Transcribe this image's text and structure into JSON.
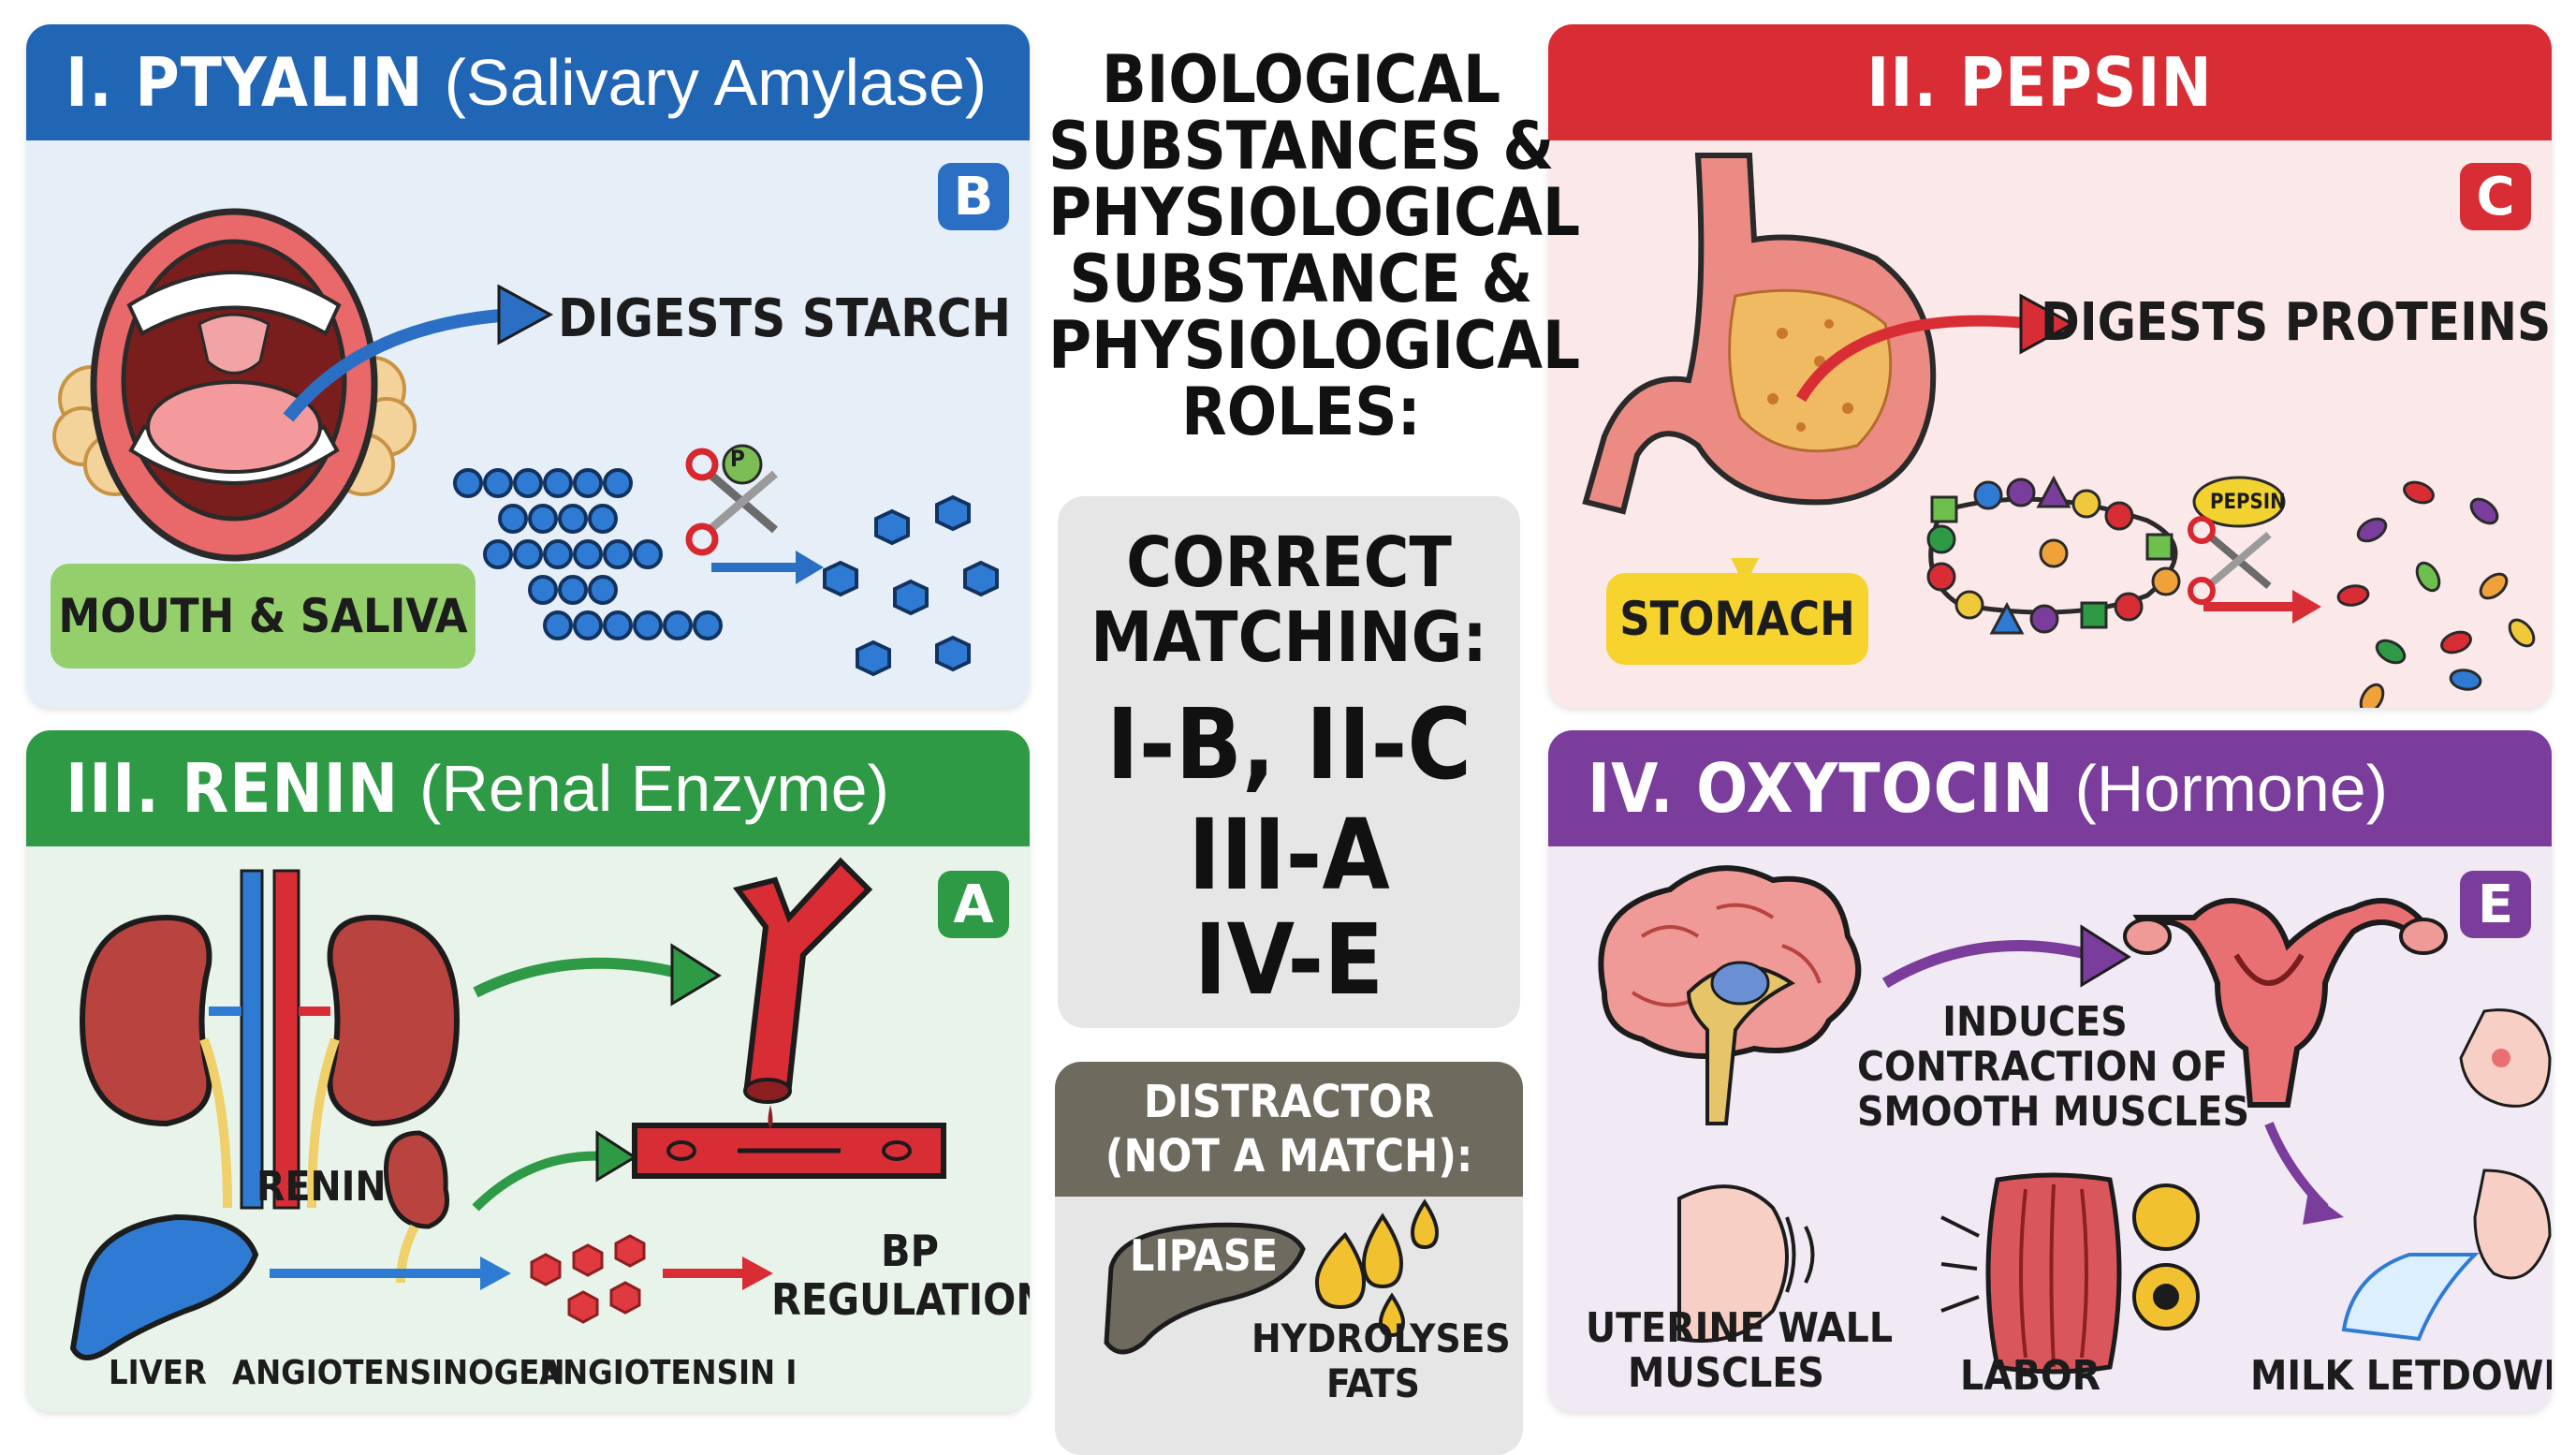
{
  "center": {
    "title_lines": [
      "BIOLOGICAL",
      "SUBSTANCES &",
      "PHYSIOLOGICAL",
      "SUBSTANCE &",
      "PHYSIOLOGICAL",
      "ROLES:"
    ],
    "answer": {
      "heading_lines": [
        "CORRECT",
        "MATCHING:"
      ],
      "matches": [
        "I-B, II-C",
        "III-A",
        "IV-E"
      ]
    },
    "distractor": {
      "heading_lines": [
        "DISTRACTOR",
        "(NOT A MATCH):"
      ],
      "organ_label": "LIPASE",
      "role_lines": [
        "HYDROLYSES",
        "FATS"
      ]
    }
  },
  "panels": {
    "ptyalin": {
      "numeral": "I. PTYALIN",
      "subtitle": "(Salivary Amylase)",
      "letter": "B",
      "role": "DIGESTS STARCH",
      "location": "MOUTH & SALIVA",
      "scissor_tag": "P",
      "color": "#2166b4",
      "bg": "#e6eff8"
    },
    "pepsin": {
      "numeral": "II. PEPSIN",
      "letter": "C",
      "role": "DIGESTS PROTEINS",
      "location": "STOMACH",
      "scissor_tag": "PEPSIN",
      "color": "#d92d36",
      "bg": "#fbe9ea"
    },
    "renin": {
      "numeral": "III. RENIN",
      "subtitle": "(Renal Enzyme)",
      "letter": "A",
      "renin_label": "RENIN",
      "result_lines": [
        "BP",
        "REGULATION"
      ],
      "liver_label": "LIVER",
      "angiotensinogen_label": "ANGIOTENSINOGEN",
      "angiotensin_label": "ANGIOTENSIN I",
      "color": "#2e9a46",
      "bg": "#e8f4ea"
    },
    "oxytocin": {
      "numeral": "IV. OXYTOCIN",
      "subtitle": "(Hormone)",
      "letter": "E",
      "role_lines": [
        "INDUCES",
        "CONTRACTION OF",
        "SMOOTH MUSCLES"
      ],
      "uterine_lines": [
        "UTERINE WALL",
        "MUSCLES"
      ],
      "labor_label": "LABOR",
      "milk_label": "MILK LETDOWN",
      "color": "#7b3d9c",
      "bg": "#f1e9f4"
    }
  }
}
